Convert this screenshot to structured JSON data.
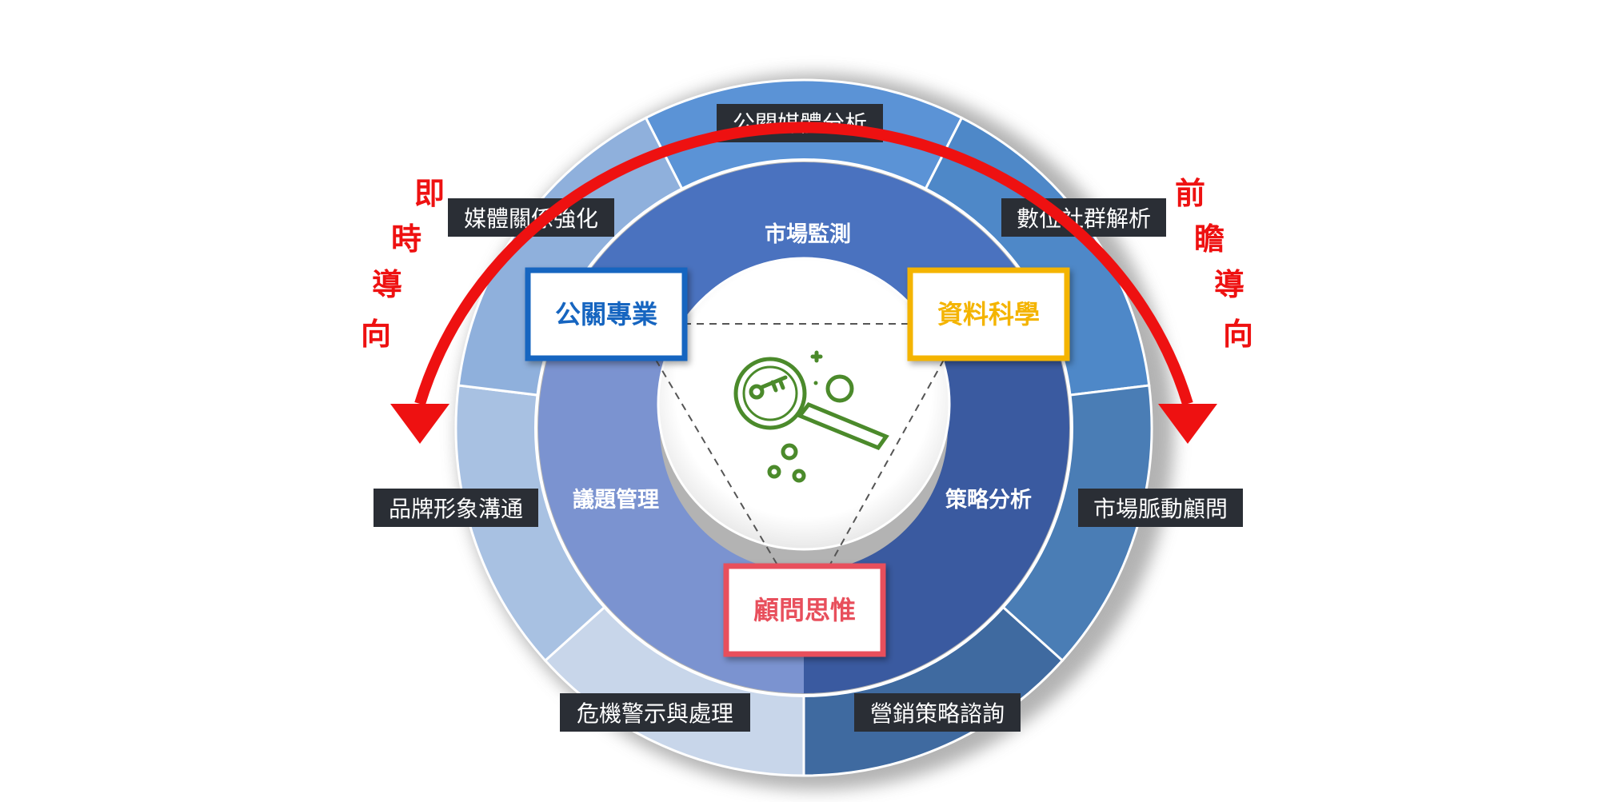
{
  "diagram": {
    "center_label": "",
    "inner_ring": [
      {
        "label": "市場監測"
      },
      {
        "label": "策略分析"
      },
      {
        "label": "議題管理"
      }
    ],
    "outer_ring": [
      {
        "label": "公關媒體分析"
      },
      {
        "label": "數位社群解析"
      },
      {
        "label": "市場脈動顧問"
      },
      {
        "label": "營銷策略諮詢"
      },
      {
        "label": "危機警示與處理"
      },
      {
        "label": "品牌形象溝通"
      },
      {
        "label": "媒體關係強化"
      }
    ],
    "pillars": [
      {
        "label": "公關專業",
        "color": "#1565c0"
      },
      {
        "label": "資料科學",
        "color": "#f4b400"
      },
      {
        "label": "顧問思惟",
        "color": "#e8505b"
      }
    ],
    "arrows": {
      "left_chars": [
        "即",
        "時",
        "導",
        "向"
      ],
      "right_chars": [
        "前",
        "瞻",
        "導",
        "向"
      ],
      "color": "#ee1111"
    },
    "colors": {
      "inner_top": "#4a72bf",
      "inner_left": "#7b93d0",
      "inner_right": "#3a5aa0",
      "label_bg": "#2a2e35",
      "icon": "#4b8a2b"
    }
  }
}
